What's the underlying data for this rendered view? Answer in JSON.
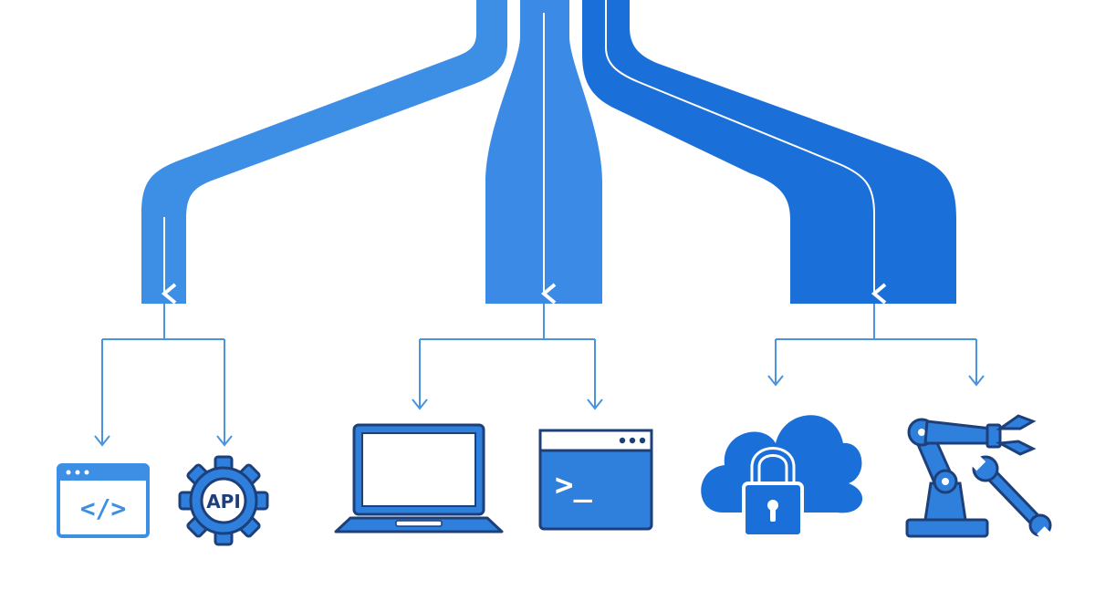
{
  "colors": {
    "background": "#ffffff",
    "stream_light": "#3d8fe6",
    "stream_mid": "#3a8ae6",
    "stream_dark": "#1a6fd8",
    "connector": "#4a93de",
    "icon_outline": "#1d3f7a",
    "icon_fill": "#2f7fdc"
  },
  "streams": [
    {
      "name": "left",
      "targets": [
        "web-code-window-icon",
        "api-gear-icon"
      ]
    },
    {
      "name": "center",
      "targets": [
        "laptop-icon",
        "terminal-window-icon"
      ]
    },
    {
      "name": "right",
      "targets": [
        "cloud-lock-icon",
        "robot-arm-wrench-icon"
      ]
    }
  ],
  "icons": {
    "code_window": {
      "glyph": "</>"
    },
    "api_gear": {
      "label": "API"
    },
    "terminal": {
      "glyph": ">_"
    }
  }
}
